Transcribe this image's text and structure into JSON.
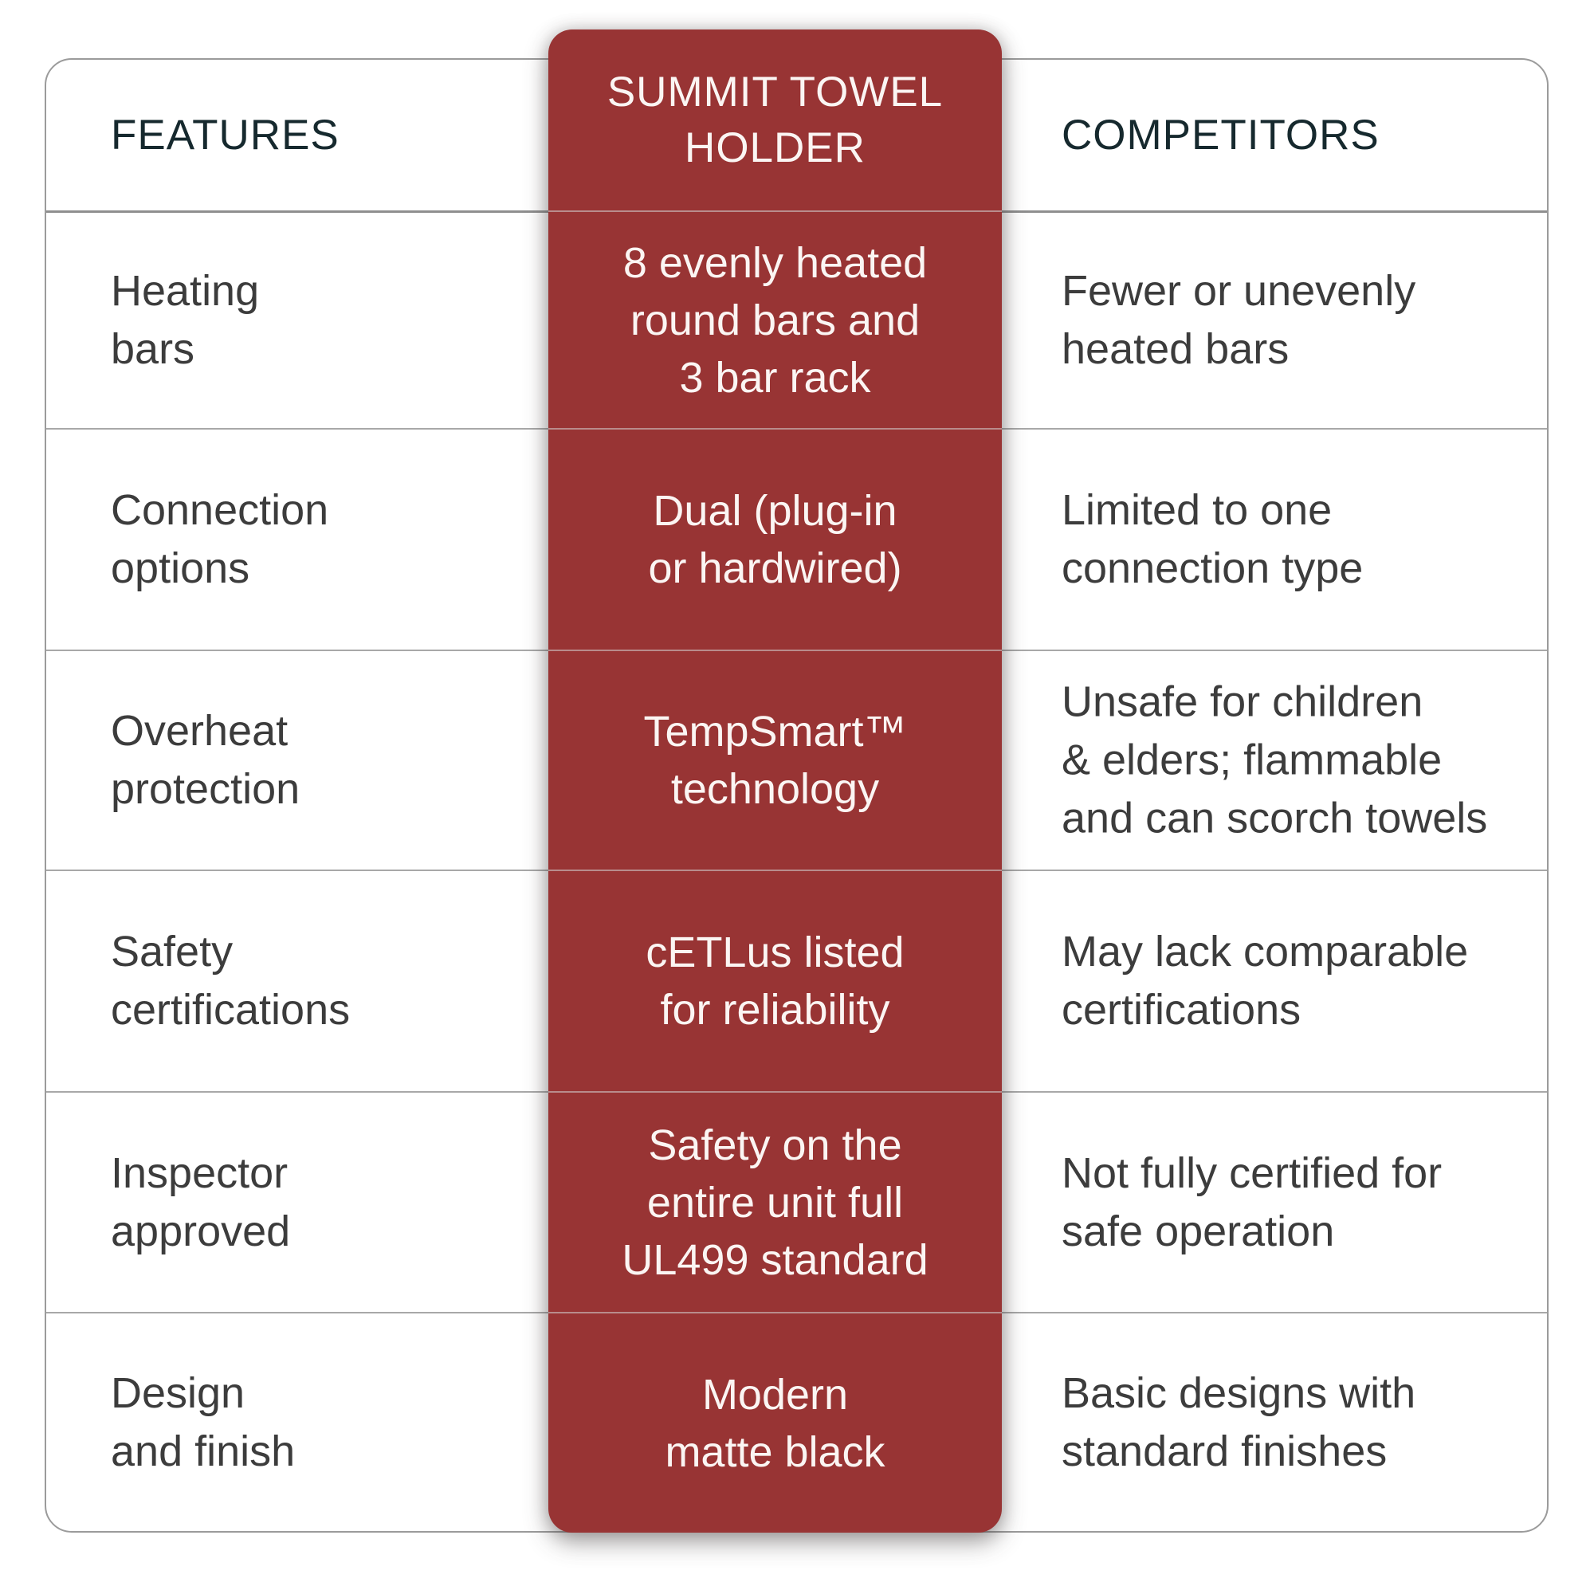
{
  "chart_data": {
    "type": "table",
    "title": "Summit Towel Holder vs Competitors feature comparison",
    "columns": [
      "FEATURES",
      "SUMMIT TOWEL HOLDER",
      "COMPETITORS"
    ],
    "rows": [
      [
        "Heating bars",
        "8 evenly heated round bars and 3 bar rack",
        "Fewer or unevenly heated bars"
      ],
      [
        "Connection options",
        "Dual (plug-in or hardwired)",
        "Limited to one connection type"
      ],
      [
        "Overheat protection",
        "TempSmart™ technology",
        "Unsafe for children & elders; flammable and can scorch towels"
      ],
      [
        "Safety certifications",
        "cETLus listed for reliability",
        "May lack comparable certifications"
      ],
      [
        "Inspector approved",
        "Safety on the entire unit full UL499 standard",
        "Not fully certified for safe operation"
      ],
      [
        "Design and finish",
        "Modern matte black",
        "Basic designs with standard finishes"
      ]
    ]
  },
  "header": {
    "features": "FEATURES",
    "product": "SUMMIT TOWEL\nHOLDER",
    "competitors": "COMPETITORS"
  },
  "rows": [
    {
      "feature": "Heating\nbars",
      "product": "8 evenly heated\nround bars and\n3 bar rack",
      "competitor": "Fewer or unevenly\nheated bars"
    },
    {
      "feature": "Connection\noptions",
      "product": "Dual (plug-in\nor hardwired)",
      "competitor": "Limited to one\nconnection type"
    },
    {
      "feature": "Overheat\nprotection",
      "product": "TempSmart™\ntechnology",
      "competitor": "Unsafe for children\n& elders; flammable\nand can scorch towels"
    },
    {
      "feature": "Safety\ncertifications",
      "product": "cETLus listed\nfor reliability",
      "competitor": "May lack comparable\ncertifications"
    },
    {
      "feature": "Inspector\napproved",
      "product": "Safety on the\nentire unit full\nUL499 standard",
      "competitor": "Not fully certified for\nsafe operation"
    },
    {
      "feature": "Design\nand finish",
      "product": "Modern\nmatte black",
      "competitor": "Basic designs with\nstandard finishes"
    }
  ],
  "colors": {
    "accent_red": "#983434",
    "header_text": "#16292e",
    "body_text": "#3c3c3c",
    "divider": "#a8a8a8",
    "product_text": "#fbf5f3",
    "table_border": "#9b9b9b"
  }
}
